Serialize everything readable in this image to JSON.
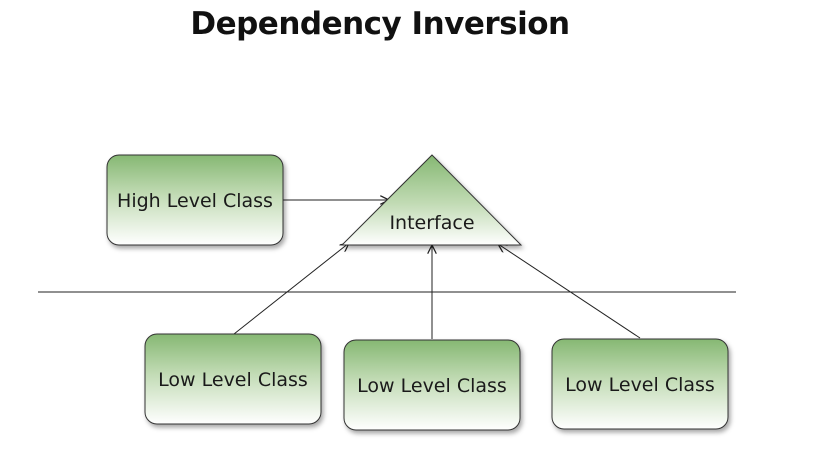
{
  "title": "Dependency Inversion",
  "diagram": {
    "high_level": {
      "label": "High Level Class"
    },
    "interface": {
      "label": "Interface"
    },
    "low_level": [
      {
        "label": "Low Level Class"
      },
      {
        "label": "Low Level Class"
      },
      {
        "label": "Low Level Class"
      }
    ]
  },
  "colors": {
    "box_top": "#86b873",
    "box_bottom": "#ffffff",
    "stroke": "#333333",
    "line": "#222222"
  }
}
